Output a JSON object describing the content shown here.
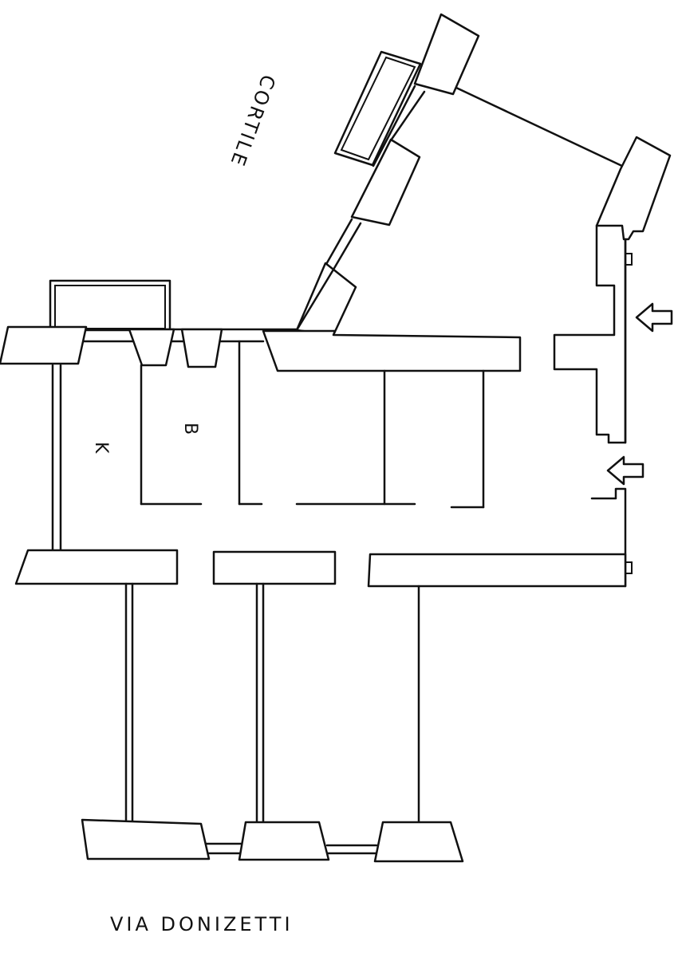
{
  "labels": {
    "courtyard": "CORTILE",
    "street": "VIA DONIZETTI",
    "kitchen": "K",
    "bathroom": "B"
  },
  "arrows": [
    {
      "name": "entrance-arrow-upper",
      "direction": "left"
    },
    {
      "name": "entrance-arrow-lower",
      "direction": "left"
    }
  ],
  "colors": {
    "line": "#111111",
    "background": "#ffffff"
  }
}
